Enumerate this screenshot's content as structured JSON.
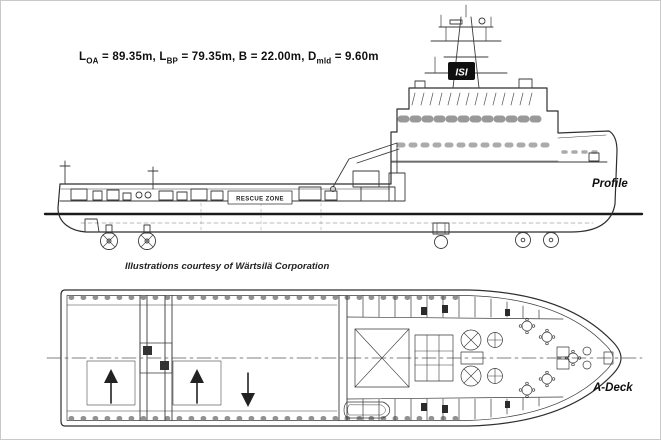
{
  "colors": {
    "ink": "#3a3a3a",
    "heavy_line": "#1a1a1a",
    "background": "#ffffff",
    "logo_box": "#101010"
  },
  "dimensions_line": {
    "seg1": "L",
    "sub1": "OA",
    "seg2": " = 89.35m, L",
    "sub2": "BP",
    "seg3": " = 79.35m, B = 22.00m, D",
    "sub3": "mld",
    "seg4": " = 9.60m"
  },
  "profile_view": {
    "label": "Profile",
    "rescue_zone_label": "RESCUE ZONE",
    "funnel_logo": "ISI"
  },
  "credit_line": "Illustrations courtesy of Wärtsilä Corporation",
  "deck_view": {
    "label": "A-Deck"
  }
}
